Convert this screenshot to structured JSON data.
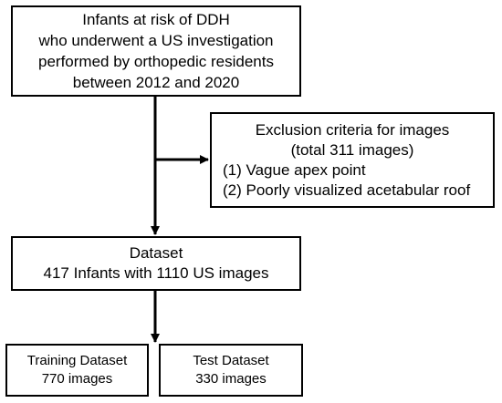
{
  "diagram": {
    "population": {
      "lines": [
        "Infants at risk of DDH",
        "who underwent a US investigation",
        "performed by orthopedic residents",
        "between 2012 and 2020"
      ]
    },
    "exclusion": {
      "title": "Exclusion criteria for images",
      "total": "(total 311 images)",
      "criteria": [
        "(1) Vague apex point",
        "(2) Poorly visualized acetabular roof"
      ]
    },
    "dataset": {
      "title": "Dataset",
      "detail": "417 Infants with 1110 US images"
    },
    "training": {
      "title": "Training Dataset",
      "count": "770 images"
    },
    "test": {
      "title": "Test Dataset",
      "count": "330 images"
    }
  },
  "colors": {
    "stroke": "#000000",
    "background": "#ffffff"
  }
}
